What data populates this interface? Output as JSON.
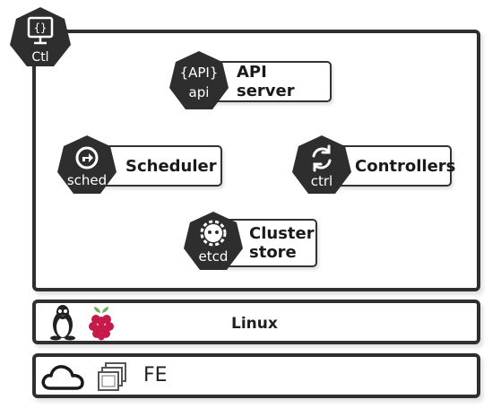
{
  "control_plane": {
    "badge_icon_text": "{}",
    "badge_label": "Ctl"
  },
  "components": [
    {
      "id": "api",
      "icon_text": "{API}",
      "short": "api",
      "label": "API server"
    },
    {
      "id": "sched",
      "icon": "route-icon",
      "short": "sched",
      "label": "Scheduler"
    },
    {
      "id": "ctrl",
      "icon": "sync-icon",
      "short": "ctrl",
      "label": "Controllers"
    },
    {
      "id": "etcd",
      "icon": "etcd-icon",
      "short": "etcd",
      "label_line1": "Cluster",
      "label_line2": "store"
    }
  ],
  "os_layer": {
    "label": "Linux",
    "icons": [
      "linux-tux-icon",
      "raspberry-pi-icon"
    ]
  },
  "infra_layer": {
    "label": "FE",
    "icons": [
      "cloud-icon",
      "stacked-windows-icon"
    ]
  },
  "colors": {
    "hex_fill": "#2e2e2e",
    "border": "#2f2f2f",
    "raspberry": "#c51a4a"
  }
}
